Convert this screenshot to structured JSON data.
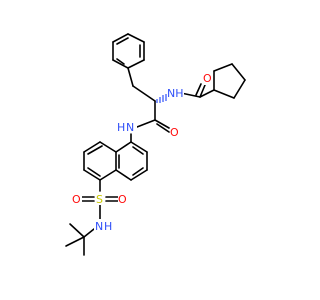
{
  "molecule": {
    "atom_labels": {
      "amide_nh_top": "NH",
      "carbonyl_o_top": "O",
      "anilide_n": "N",
      "anilide_h": "H",
      "carbonyl_o_mid": "O",
      "sulfur": "S",
      "sulfonyl_o_left": "O",
      "sulfonyl_o_right": "O",
      "sulfonamide_n": "N",
      "sulfonamide_h": "H"
    },
    "colors": {
      "carbon_bond": "#000000",
      "nitrogen": "#3050f8",
      "oxygen": "#ff0d0d",
      "sulfur": "#c8c800"
    }
  }
}
